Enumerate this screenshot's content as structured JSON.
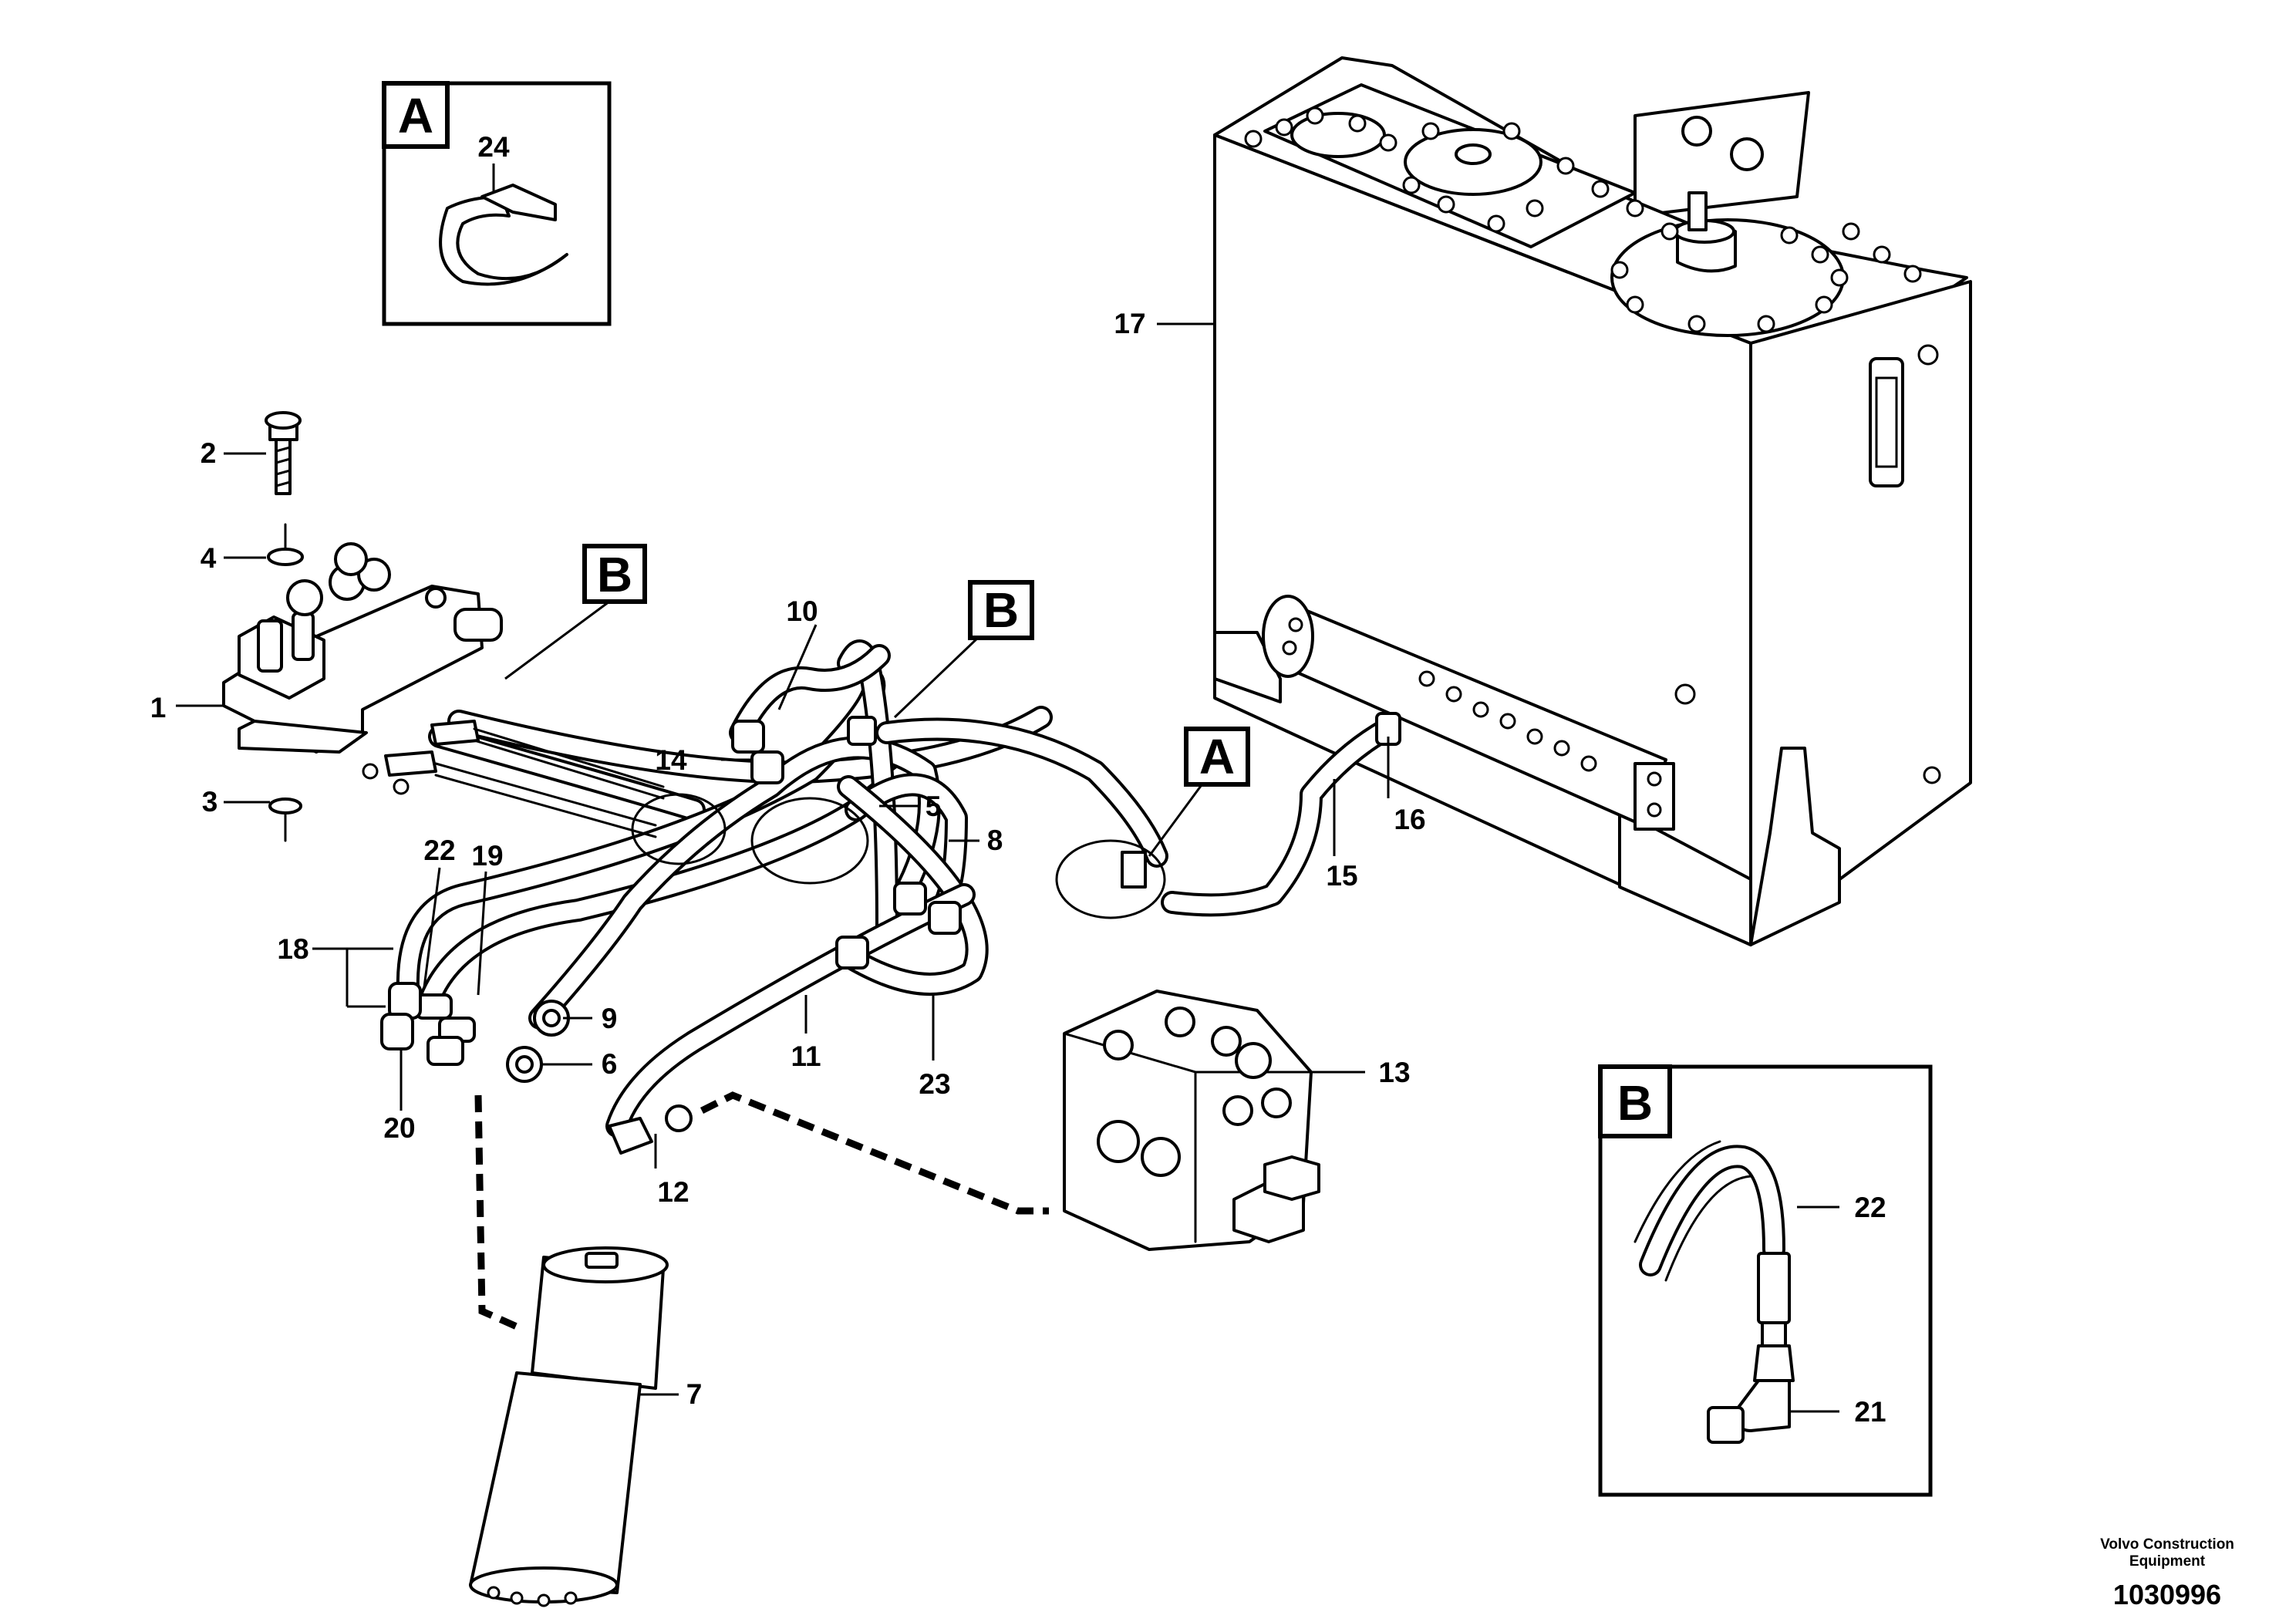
{
  "callouts": {
    "c1": "1",
    "c2": "2",
    "c3": "3",
    "c4": "4",
    "c5": "5",
    "c6": "6",
    "c7": "7",
    "c8": "8",
    "c9": "9",
    "c10": "10",
    "c11": "11",
    "c12": "12",
    "c13": "13",
    "c14": "14",
    "c15": "15",
    "c16": "16",
    "c17": "17",
    "c18": "18",
    "c19": "19",
    "c20": "20",
    "c21": "21",
    "c22": "22",
    "c23": "23",
    "c24": "24",
    "c22b": "22"
  },
  "references": {
    "inset_a": "A",
    "inset_b": "B",
    "marker_b1": "B",
    "marker_b2": "B",
    "marker_a": "A"
  },
  "footer": {
    "credit_line1": "Volvo Construction",
    "credit_line2": "Equipment",
    "doc_number": "1030996"
  }
}
